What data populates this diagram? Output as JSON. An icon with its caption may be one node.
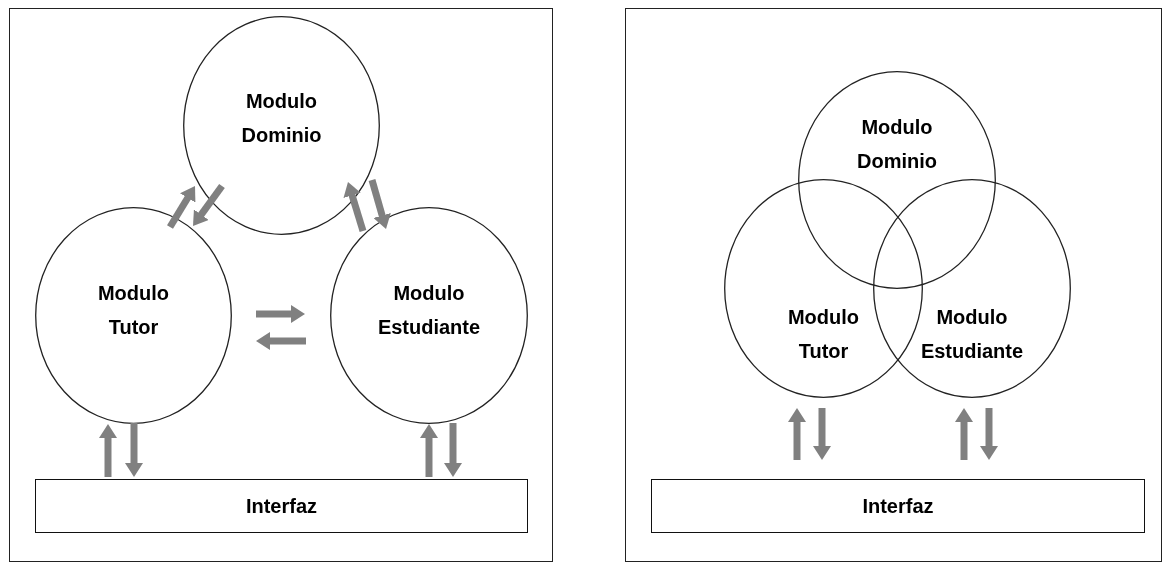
{
  "diagram": {
    "nodes": [
      {
        "text": [],
        "shape": "box"
      },
      {
        "text": [
          "Modulo Dominio"
        ],
        "in": 0
      },
      {
        "text": [
          "Modulo Tutor"
        ],
        "in": 0
      },
      {
        "text": [
          "Modulo Estudiante"
        ],
        "in": 0
      },
      {
        "text": [
          "Interfaz"
        ],
        "in": 0
      },
      {
        "text": [],
        "shape": "box"
      },
      {
        "text": [
          "Modulo Dominio"
        ],
        "in": 5
      },
      {
        "text": [
          "Modulo Tutor"
        ],
        "in": 5
      },
      {
        "text": [
          "Modulo Estudiante"
        ],
        "in": 5
      },
      {
        "text": [
          "Interfaz"
        ],
        "in": 5
      }
    ],
    "edges": [
      {
        "from": 2,
        "to": 1,
        "arrow": "to"
      },
      {
        "from": 1,
        "to": 2,
        "arrow": "to"
      },
      {
        "from": 3,
        "to": 1,
        "arrow": "to"
      },
      {
        "from": 1,
        "to": 3,
        "arrow": "to"
      },
      {
        "from": 2,
        "to": 3,
        "arrow": "to"
      },
      {
        "from": 3,
        "to": 2,
        "arrow": "to"
      },
      {
        "from": 4,
        "to": 2,
        "arrow": "to"
      },
      {
        "from": 2,
        "to": 4,
        "arrow": "to"
      },
      {
        "from": 4,
        "to": 3,
        "arrow": "to"
      },
      {
        "from": 3,
        "to": 4,
        "arrow": "to"
      },
      {
        "from": 9,
        "to": 7,
        "arrow": "to"
      },
      {
        "from": 7,
        "to": 9,
        "arrow": "to"
      },
      {
        "from": 9,
        "to": 8,
        "arrow": "to"
      },
      {
        "from": 8,
        "to": 9,
        "arrow": "to"
      }
    ]
  }
}
